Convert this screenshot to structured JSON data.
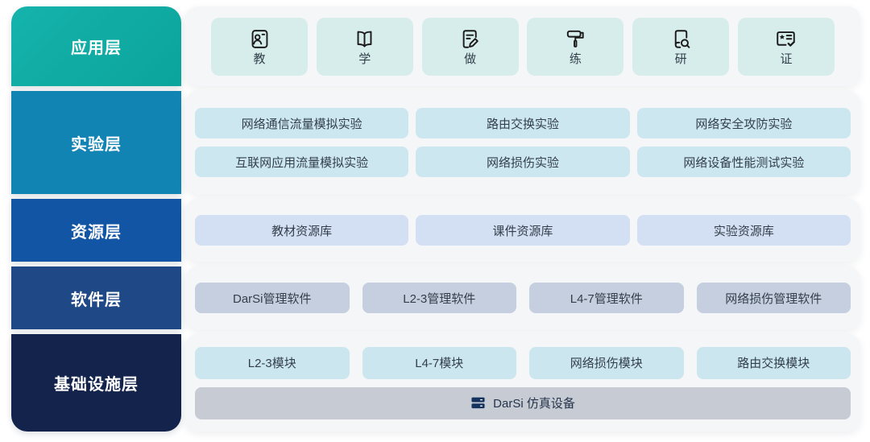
{
  "colors": {
    "layer_application": "#0FA8A0",
    "layer_experiment": "#1184B4",
    "layer_resource": "#1155A4",
    "layer_software": "#1F4886",
    "layer_infrastructure": "#13234B",
    "panel_bg": "#F5F6F8",
    "app_item_bg": "#D7EDEB",
    "experiment_item_bg": "#CDE7F1",
    "resource_item_bg": "#D3DFF2",
    "software_item_bg": "#C6CFDF",
    "module_item_bg": "#CBE6EE",
    "device_bar_bg": "#C7CCD4",
    "item_text": "#33404C",
    "device_icon": "#16325F"
  },
  "layers": {
    "application": {
      "label": "应用层",
      "items": [
        {
          "icon": "teacher-icon",
          "label": "教"
        },
        {
          "icon": "book-open-icon",
          "label": "学"
        },
        {
          "icon": "note-edit-icon",
          "label": "做"
        },
        {
          "icon": "paint-roller-icon",
          "label": "练"
        },
        {
          "icon": "book-search-icon",
          "label": "研"
        },
        {
          "icon": "certificate-icon",
          "label": "证"
        }
      ]
    },
    "experiment": {
      "label": "实验层",
      "items": [
        {
          "label": "网络通信流量模拟实验"
        },
        {
          "label": "路由交换实验"
        },
        {
          "label": "网络安全攻防实验"
        },
        {
          "label": "互联网应用流量模拟实验"
        },
        {
          "label": "网络损伤实验"
        },
        {
          "label": "网络设备性能测试实验"
        }
      ]
    },
    "resource": {
      "label": "资源层",
      "items": [
        {
          "label": "教材资源库"
        },
        {
          "label": "课件资源库"
        },
        {
          "label": "实验资源库"
        }
      ]
    },
    "software": {
      "label": "软件层",
      "items": [
        {
          "label": "DarSi管理软件"
        },
        {
          "label": "L2-3管理软件"
        },
        {
          "label": "L4-7管理软件"
        },
        {
          "label": "网络损伤管理软件"
        }
      ]
    },
    "infrastructure": {
      "label": "基础设施层",
      "items": [
        {
          "label": "L2-3模块"
        },
        {
          "label": "L4-7模块"
        },
        {
          "label": "网络损伤模块"
        },
        {
          "label": "路由交换模块"
        }
      ],
      "device": {
        "icon": "server-icon",
        "label": "DarSi 仿真设备"
      }
    }
  }
}
